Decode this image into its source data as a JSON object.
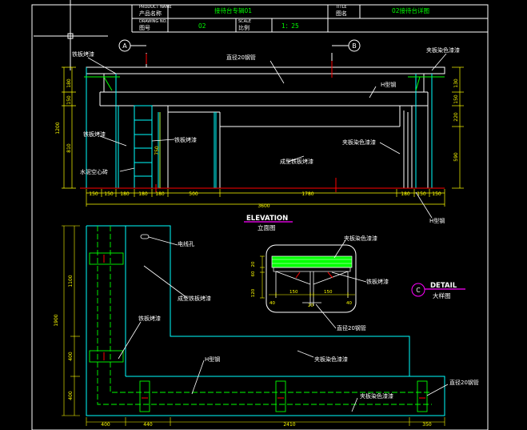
{
  "title_block": {
    "product_name_label_en": "PRODUCT NAME",
    "product_name_label_cn": "产品名称",
    "product_name_value": "接待台专辑01",
    "title_label_en": "TITLE",
    "title_label_cn": "图名",
    "title_value": "02接待台详图",
    "drawing_no_label_en": "DRAWING NO.",
    "drawing_no_label_cn": "图号",
    "drawing_no_value": "02",
    "scale_label_en": "SCALE",
    "scale_label_cn": "比例",
    "scale_value": "1：25"
  },
  "elevation": {
    "section_markers": [
      "A",
      "B"
    ],
    "labels": {
      "iron_paint_1": "铁板烤漆",
      "steel_pipe_d20": "直径20钢管",
      "plywood_stain_top": "夹板染色漆漆",
      "h_steel_1": "H型钢",
      "iron_paint_2": "铁板烤漆",
      "iron_paint_3": "铁板烤漆",
      "formed_iron_paint": "成型铁板烤漆",
      "plywood_stain_mid": "夹板染色漆漆",
      "hollow_brick": "水泥空心砖",
      "h_steel_2": "H型钢"
    },
    "dims_left": [
      "180",
      "150",
      "1200",
      "810"
    ],
    "dims_inner": [
      "750"
    ],
    "dims_right": [
      "130",
      "150",
      "220",
      "590"
    ],
    "dims_bottom": [
      "150",
      "150",
      "180",
      "180",
      "180",
      "500",
      "1780",
      "180",
      "150",
      "150"
    ],
    "dim_total": "3600",
    "caption_en": "ELEVATION",
    "caption_cn": "立面图"
  },
  "detail": {
    "marker": "C",
    "caption_en": "DETAIL",
    "caption_cn": "大样图",
    "labels": {
      "plywood_stain": "夹板染色漆漆",
      "iron_paint": "铁板烤漆",
      "steel_pipe_d20": "直径20钢管"
    },
    "dims_left": [
      "20",
      "60",
      "120"
    ],
    "dims_bottom": [
      "40",
      "150",
      "150",
      "40"
    ],
    "dim_center": "20"
  },
  "plan": {
    "labels": {
      "cable_hole": "电线孔",
      "formed_iron_paint": "成型铁板烤漆",
      "iron_paint": "铁板烤漆",
      "plywood_stain": "夹板染色漆漆",
      "h_steel": "H型钢",
      "steel_pipe_d20": "直径20钢管",
      "plywood_stain_2": "夹板染色漆漆"
    },
    "dims_left": [
      "1100",
      "1900",
      "400",
      "400"
    ],
    "dims_bottom": [
      "400",
      "440",
      "2410",
      "350"
    ]
  },
  "colors": {
    "background": "#000000",
    "frame": "#ffffff",
    "text_main": "#ffffff",
    "text_cyan": "#00ffff",
    "text_green": "#00ff00",
    "text_yellow": "#ffff00",
    "accent_red": "#ff0000",
    "accent_magenta": "#ff00ff",
    "fill_green": "#00ff00"
  }
}
